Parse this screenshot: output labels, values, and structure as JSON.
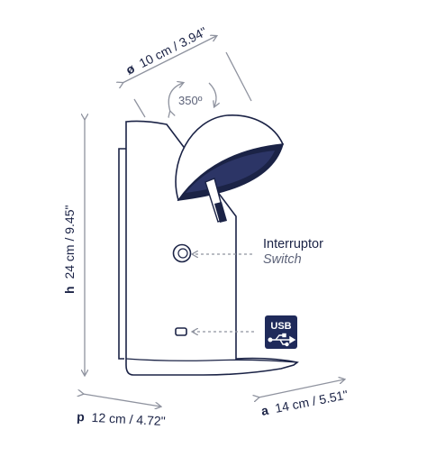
{
  "dimensions": {
    "diameter": {
      "symbol": "ø",
      "value": "10 cm / 3.94\""
    },
    "rotation": "350º",
    "height": {
      "symbol": "h",
      "value": "24 cm / 9.45\""
    },
    "depth": {
      "symbol": "p",
      "value": "12 cm / 4.72\""
    },
    "width": {
      "symbol": "a",
      "value": "14 cm / 5.51\""
    }
  },
  "callouts": {
    "switch": {
      "label": "Interruptor",
      "sublabel": "Switch"
    },
    "usb": {
      "badge_text": "USB"
    }
  },
  "colors": {
    "outline": "#1b2346",
    "dim_line": "#8f939f",
    "usb_badge": "#1f2a5a"
  }
}
